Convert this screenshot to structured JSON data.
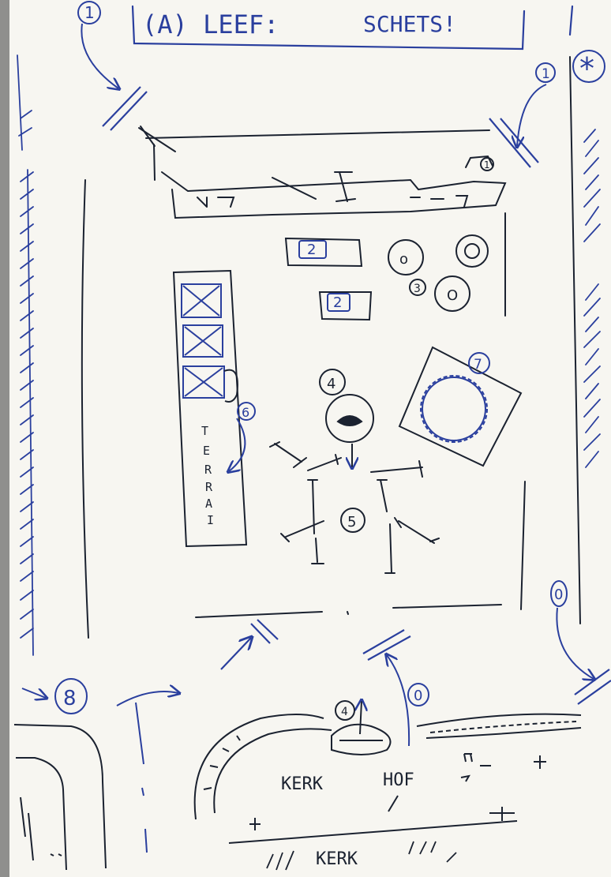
{
  "colors": {
    "paper": "#f7f6f1",
    "black_ink": "#1b2230",
    "blue_ink": "#2a3f9e"
  },
  "header": {
    "left_text": "(A) LEEF:",
    "right_text": "SCHETS!"
  },
  "markers": {
    "m1_top_left": "1",
    "m1_top_right": "1",
    "m1_small_box": "1",
    "star": "*",
    "m2_a": "2",
    "m2_b": "2",
    "m3": "3",
    "m4": "4",
    "m4_bottom": "4",
    "m5": "5",
    "m6": "6",
    "m7": "7",
    "m8": "8",
    "m0_right": "0",
    "m0_bottom": "0"
  },
  "terrace": {
    "letters": [
      "T",
      "E",
      "R",
      "R",
      "A",
      "I"
    ]
  },
  "bottom": {
    "kerk_1": "KERK",
    "hof": "HOF",
    "kerk_2": "KERK"
  }
}
